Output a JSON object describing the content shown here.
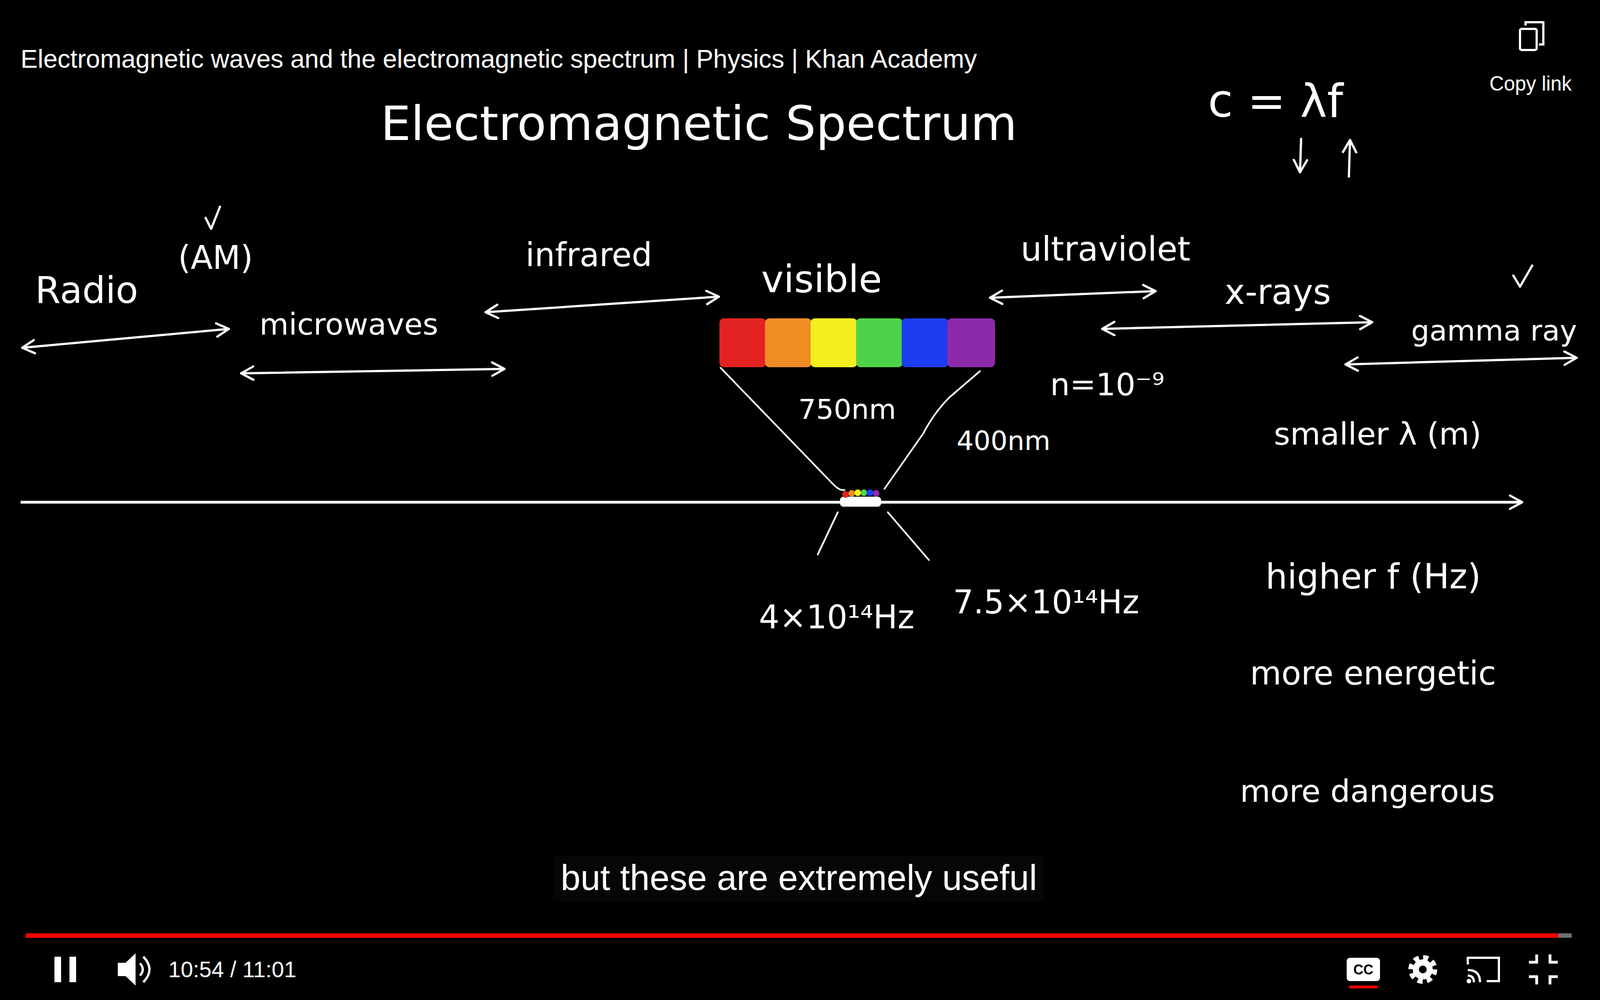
{
  "diagram": {
    "title": "Electromagnetic Spectrum",
    "caption": "but these are extremely useful",
    "labels": [
      "Electromagnetic waves and the electromagnetic spectrum | Physics | Khan Academy",
      "Copy link",
      "c = λf",
      "Radio",
      "(AM)",
      "microwaves",
      "infrared",
      "visible",
      "ultraviolet",
      "x-rays",
      "gamma ray",
      "750nm",
      "400nm",
      "n=10⁻⁹",
      "4×10¹⁴Hz",
      "7.5×10¹⁴Hz",
      "smaller λ (m)",
      "higher f (Hz)",
      "more energetic",
      "more dangerous",
      "10:54 / 11:01",
      "CC"
    ]
  }
}
